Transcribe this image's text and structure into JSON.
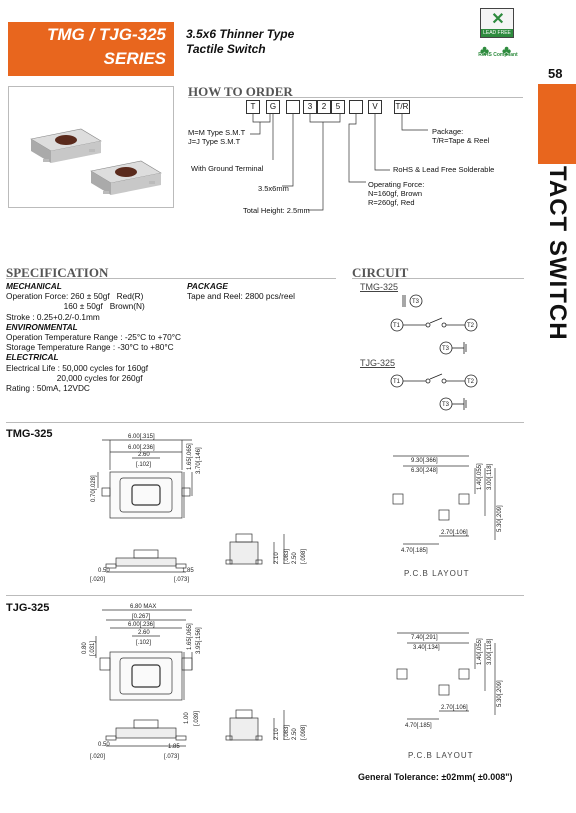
{
  "header": {
    "series_line1": "TMG / TJG-325",
    "series_line2": "SERIES",
    "subtitle_line1": "3.5x6 Thinner Type",
    "subtitle_line2": "Tactile Switch",
    "page_number": "58",
    "side_title": "TACT SWITCH",
    "logo_leadfree": "LEAD FREE",
    "logo_rohs": "RoHS Compliant"
  },
  "how_to_order": {
    "heading": "HOW TO ORDER",
    "code_boxes": [
      "T",
      "G",
      "",
      "3",
      "2",
      "5",
      "",
      "V",
      "T/R"
    ],
    "labels": {
      "type": "M=M Type S.M.T\nJ=J Type S.M.T",
      "ground": "With Ground Terminal",
      "size": "3.5x6mm",
      "height": "Total Height: 2.5mm",
      "package": "Package:\nT/R=Tape & Reel",
      "rohs": "RoHS & Lead Free Solderable",
      "force": "Operating Force:\nN=160gf, Brown\nR=260gf, Red"
    }
  },
  "specification": {
    "heading": "SPECIFICATION",
    "mechanical_title": "MECHANICAL",
    "mechanical": [
      "Operation Force: 260 ± 50gf   Red(R)",
      "                         160 ± 50gf   Brown(N)",
      "Stroke : 0.25+0.2/-0.1mm"
    ],
    "environmental_title": "ENVIRONMENTAL",
    "environmental": [
      "Operation Temperature Range : -25°C to +70°C",
      "Storage Temperature Range : -30°C to +80°C"
    ],
    "electrical_title": "ELECTRICAL",
    "electrical": [
      "Electrical Life : 50,000 cycles for 160gf",
      "                      20,000 cycles for 260gf",
      "Rating : 50mA, 12VDC"
    ],
    "package_title": "PACKAGE",
    "package": "Tape and Reel: 2800 pcs/reel"
  },
  "circuit": {
    "heading": "CIRCUIT",
    "tmg_label": "TMG-325",
    "tjg_label": "TJG-325",
    "t1": "T1",
    "t2": "T2",
    "t3": "T3"
  },
  "drawings": {
    "tmg_label": "TMG-325",
    "tjg_label": "TJG-325",
    "pcb_layout": "P.C.B  LAYOUT",
    "tmg_dims": {
      "w_total": "6.00[.315]",
      "w_body": "6.00[.236]",
      "w_center": "2.60",
      "w_inner": "[.102]",
      "h_top": "1.65[.065]",
      "h_body": "3.70[.146]",
      "h_left": "0.70[.028]",
      "side_a": "0.50",
      "side_a_in": "[.020]",
      "side_b": "1.85",
      "side_b_in": "[.073]",
      "ht_1": "2.10",
      "ht_2": "[.083]",
      "ht_3": "2.50",
      "ht_4": "[.098]"
    },
    "tjg_dims": {
      "w_max": "6.80 MAX",
      "w_total": "[0.267]",
      "w_body": "6.00[.236]",
      "w_center": "2.60",
      "w_inner": "[.102]",
      "h_top": "1.65[.065]",
      "h_body": "3.95[.156]",
      "h_left": "0.80",
      "h_left_in": "[.031]",
      "side_a": "0.50",
      "side_a_in": "[.020]",
      "side_b": "1.85",
      "side_b_in": "[.073]",
      "side_c": "1.00",
      "side_c_in": "[.039]",
      "ht_1": "2.10",
      "ht_2": "[.083]",
      "ht_3": "2.50",
      "ht_4": "[.098]"
    },
    "pcb_tmg": {
      "w1": "9.30[.366]",
      "w2": "6.30[.248]",
      "h1": "1.40[.055]",
      "h2": "3.00[.118]",
      "h3": "5.30[.209]",
      "w3": "2.70[.106]",
      "w4": "4.70[.185]"
    },
    "pcb_tjg": {
      "w1": "7.40[.291]",
      "w2": "3.40[.134]",
      "h1": "1.40[.055]",
      "h2": "3.00[.118]",
      "h3": "5.30[.209]",
      "w3": "2.70[.106]",
      "w4": "4.70[.185]"
    }
  },
  "tolerance": "General Tolerance: ±02mm( ±0.008\")",
  "colors": {
    "accent": "#e8661e",
    "green": "#2e8b3e"
  }
}
